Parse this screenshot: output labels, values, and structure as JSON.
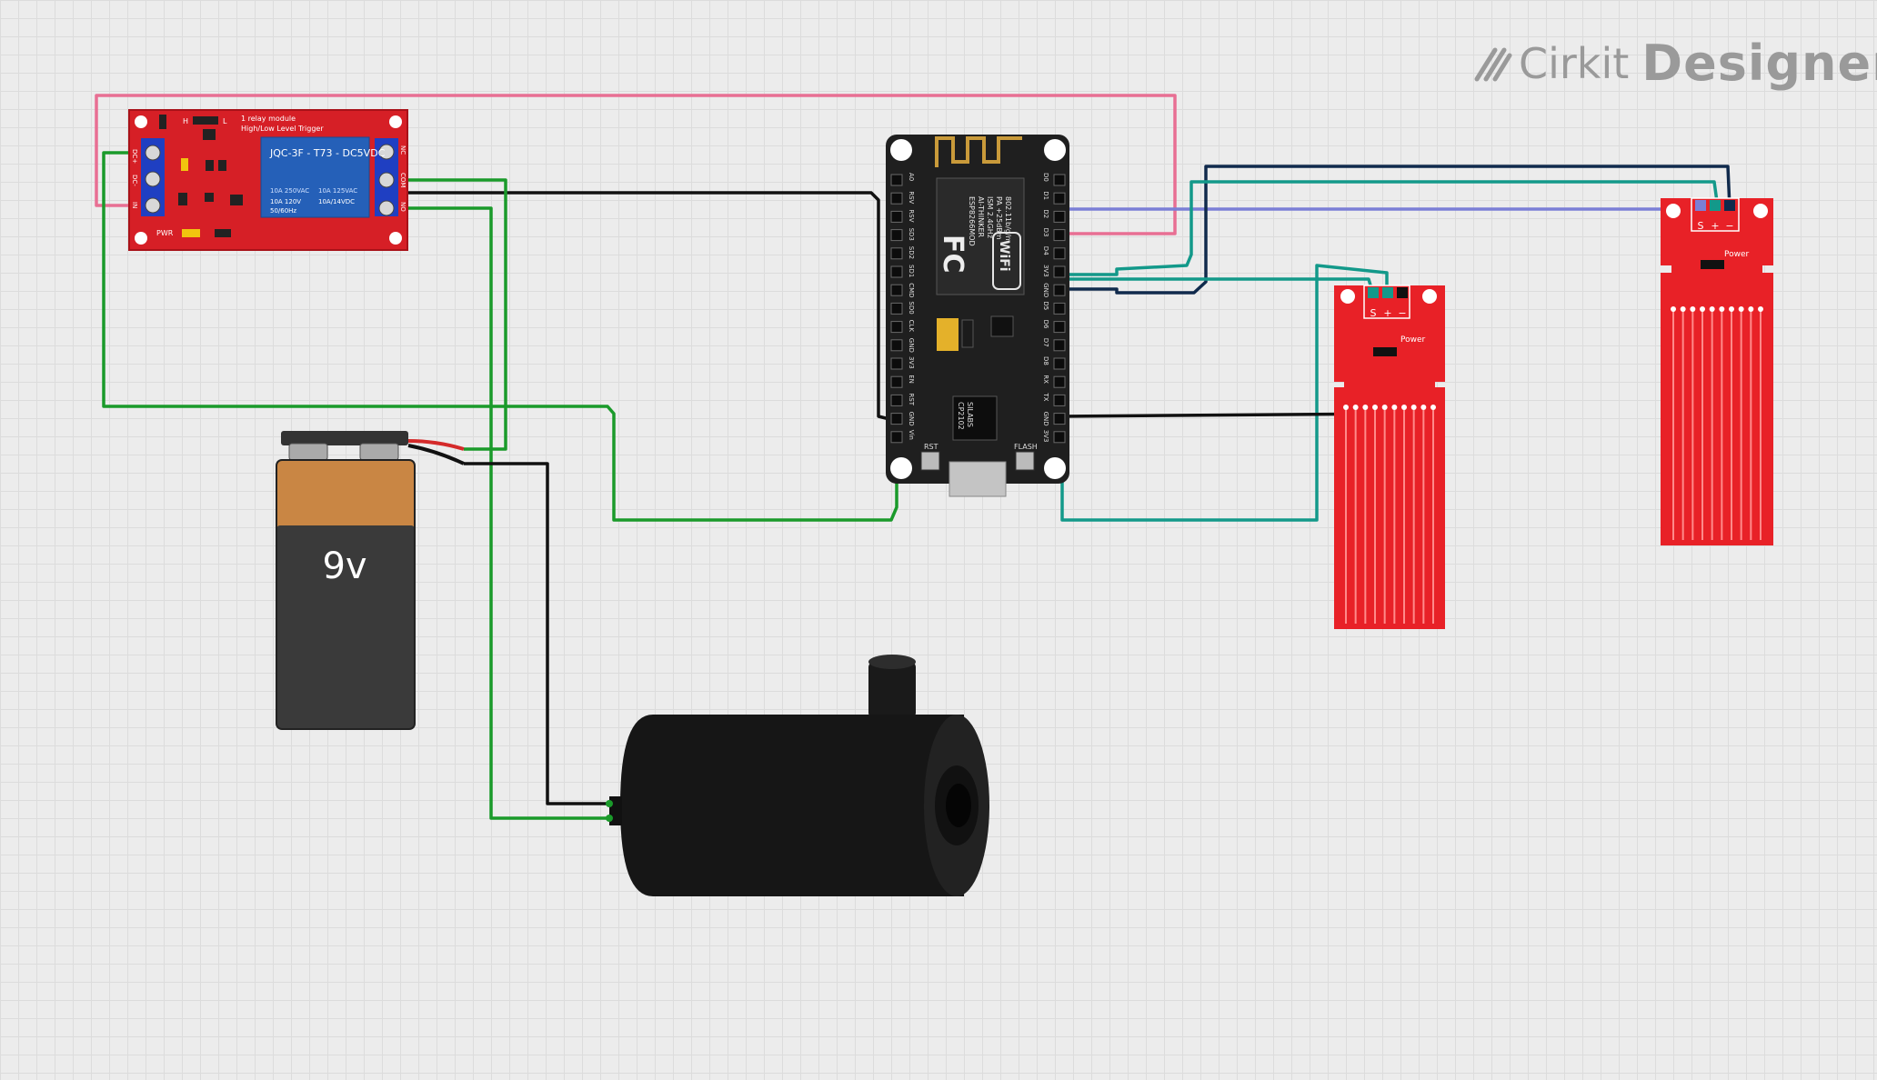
{
  "app": {
    "brand_prefix": "Cirkit",
    "brand_suffix": "Designer",
    "logo_icon": "cirkit-logo-icon"
  },
  "relay": {
    "title_line1": "1 relay module",
    "title_line2": "High/Low Level Trigger",
    "jumper_h": "H",
    "jumper_l": "L",
    "relay_model": "JQC-3F - T73 - DC5VDC",
    "rating_1a": "10A 250VAC",
    "rating_1b": "10A 125VAC",
    "rating_2a": "10A 120V",
    "rating_2b": "10A/14VDC",
    "rating_3": "50/60Hz",
    "pin_dc_plus": "DC+",
    "pin_dc_minus": "DC-",
    "pin_in": "IN",
    "term_no": "NO",
    "term_com": "COM",
    "term_nc": "NC",
    "pwr": "PWR"
  },
  "battery": {
    "label": "9v"
  },
  "esp": {
    "left_pins": [
      "A0",
      "RSV",
      "RSV",
      "SD3",
      "SD2",
      "SD1",
      "CMD",
      "SD0",
      "CLK",
      "GND",
      "3V3",
      "EN",
      "RST",
      "GND",
      "Vin"
    ],
    "right_pins": [
      "D0",
      "D1",
      "D2",
      "D3",
      "D4",
      "3V3",
      "GND",
      "D5",
      "D6",
      "D7",
      "D8",
      "RX",
      "TX",
      "GND",
      "3V3"
    ],
    "module_model": "ESP8266MOD",
    "module_vendor": "AI-THINKER",
    "module_ism": "ISM 2.4GHz",
    "module_pa": "PA +25dBm",
    "module_std": "802.11b/g/n",
    "wifi_text": "WiFi",
    "fc_text": "FC",
    "chip_brand": "SILABS",
    "chip_model": "CP2102",
    "rst_label": "RST",
    "flash_label": "FLASH"
  },
  "sensors": [
    {
      "pins": [
        "S",
        "+",
        "−"
      ],
      "power_label": "Power"
    },
    {
      "pins": [
        "S",
        "+",
        "−"
      ],
      "power_label": "Power"
    }
  ],
  "wire_colors": {
    "green": "#1a9a2a",
    "black": "#111111",
    "pink": "#e86f93",
    "teal": "#13998a",
    "navy": "#102a4c",
    "lavender": "#7b7fd6",
    "red": "#d42a2a"
  }
}
